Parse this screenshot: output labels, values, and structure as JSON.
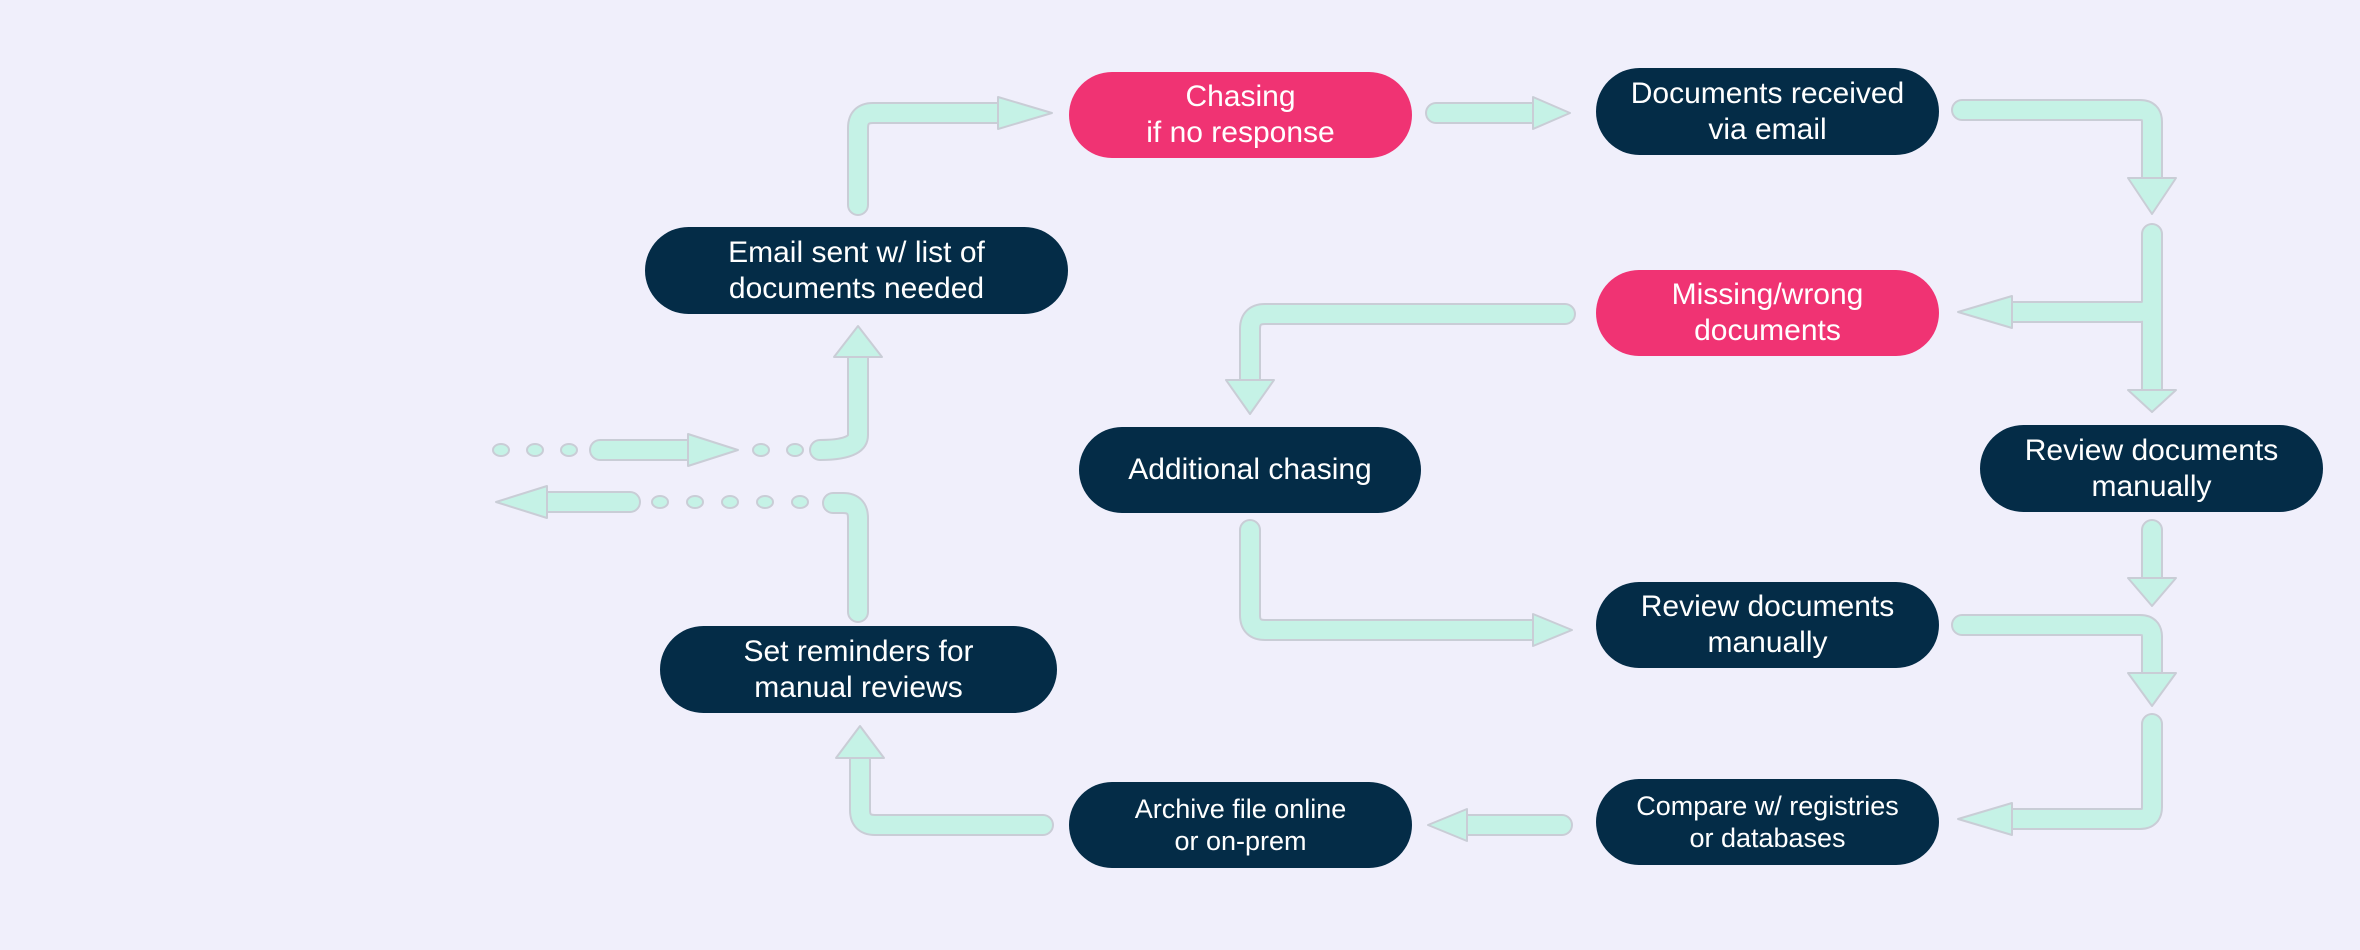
{
  "colors": {
    "background": "#f0effb",
    "primary_node": "#042c47",
    "alert_node": "#f03373",
    "arrow_fill": "#c5f2e6",
    "arrow_stroke": "#c9cdd6",
    "text": "#ffffff"
  },
  "nodes": {
    "email_sent": "Email sent w/ list of\ndocuments needed",
    "chasing": "Chasing\nif no response",
    "documents_received": "Documents received\nvia email",
    "missing_wrong": "Missing/wrong\ndocuments",
    "additional_chasing": "Additional chasing",
    "review_right": "Review documents\nmanually",
    "review_middle": "Review documents\nmanually",
    "set_reminders": "Set reminders for\nmanual reviews",
    "archive": "Archive file online\nor on-prem",
    "compare": "Compare w/ registries\nor databases"
  }
}
